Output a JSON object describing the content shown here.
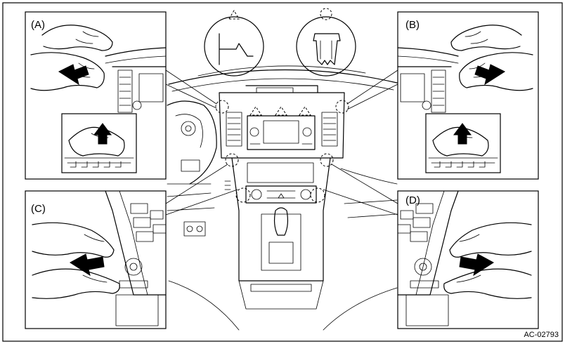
{
  "panels": {
    "a": {
      "label": "(A)"
    },
    "b": {
      "label": "(B)"
    },
    "c": {
      "label": "(C)"
    },
    "d": {
      "label": "(D)"
    }
  },
  "symbols": {
    "claw": {
      "icon": "claw-clip-symbol-icon"
    },
    "clip": {
      "icon": "clip-symbol-icon"
    }
  },
  "reference_code": "AC-02793",
  "colors": {
    "line": "#000000",
    "background": "#ffffff"
  }
}
